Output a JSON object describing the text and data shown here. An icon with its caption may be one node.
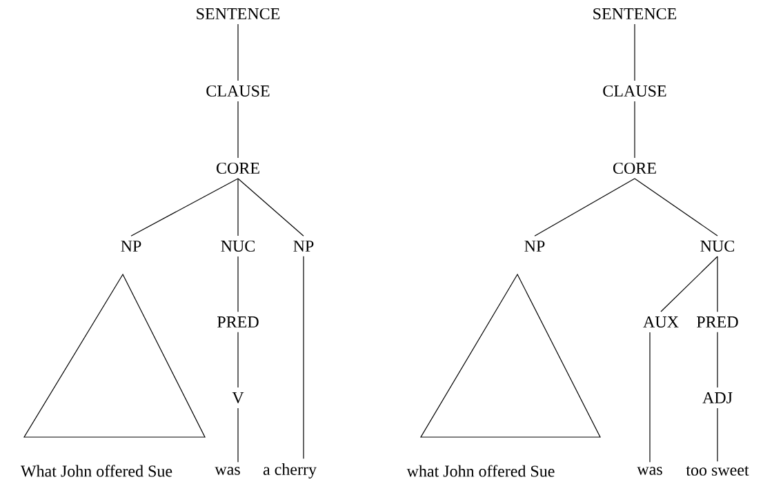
{
  "diagram": {
    "nodes": [
      {
        "text": [
          "SENTENCE"
        ]
      },
      {
        "text": [
          "CLAUSE"
        ]
      },
      {
        "text": [
          "CORE"
        ]
      },
      {
        "text": [
          "NP"
        ]
      },
      {
        "text": [
          "NUC"
        ]
      },
      {
        "text": [
          "NP"
        ]
      },
      {
        "text": [],
        "shape": "triangle"
      },
      {
        "text": [
          "PRED"
        ]
      },
      {
        "text": [
          "V"
        ]
      },
      {
        "text": [
          "What John offered Sue"
        ]
      },
      {
        "text": [
          "was"
        ]
      },
      {
        "text": [
          "a cherry"
        ]
      },
      {
        "text": [
          "SENTENCE"
        ]
      },
      {
        "text": [
          "CLAUSE"
        ]
      },
      {
        "text": [
          "CORE"
        ]
      },
      {
        "text": [
          "NP"
        ]
      },
      {
        "text": [
          "NUC"
        ]
      },
      {
        "text": [],
        "shape": "triangle"
      },
      {
        "text": [
          "AUX"
        ]
      },
      {
        "text": [
          "PRED"
        ]
      },
      {
        "text": [
          "ADJ"
        ]
      },
      {
        "text": [
          "what John offered Sue"
        ]
      },
      {
        "text": [
          "was"
        ]
      },
      {
        "text": [
          "too sweet"
        ]
      }
    ],
    "edges": [
      {
        "from": 0,
        "to": 1,
        "arrow": "none"
      },
      {
        "from": 1,
        "to": 2,
        "arrow": "none"
      },
      {
        "from": 2,
        "to": 3,
        "arrow": "none"
      },
      {
        "from": 2,
        "to": 4,
        "arrow": "none"
      },
      {
        "from": 2,
        "to": 5,
        "arrow": "none"
      },
      {
        "from": 4,
        "to": 7,
        "arrow": "none"
      },
      {
        "from": 7,
        "to": 8,
        "arrow": "none"
      },
      {
        "from": 8,
        "to": 10,
        "arrow": "none"
      },
      {
        "from": 5,
        "to": 11,
        "arrow": "none"
      },
      {
        "from": 12,
        "to": 13,
        "arrow": "none"
      },
      {
        "from": 13,
        "to": 14,
        "arrow": "none"
      },
      {
        "from": 14,
        "to": 15,
        "arrow": "none"
      },
      {
        "from": 14,
        "to": 16,
        "arrow": "none"
      },
      {
        "from": 16,
        "to": 18,
        "arrow": "none"
      },
      {
        "from": 16,
        "to": 19,
        "arrow": "none"
      },
      {
        "from": 19,
        "to": 20,
        "arrow": "none"
      },
      {
        "from": 20,
        "to": 23,
        "arrow": "none"
      },
      {
        "from": 18,
        "to": 22,
        "arrow": "none"
      }
    ]
  }
}
